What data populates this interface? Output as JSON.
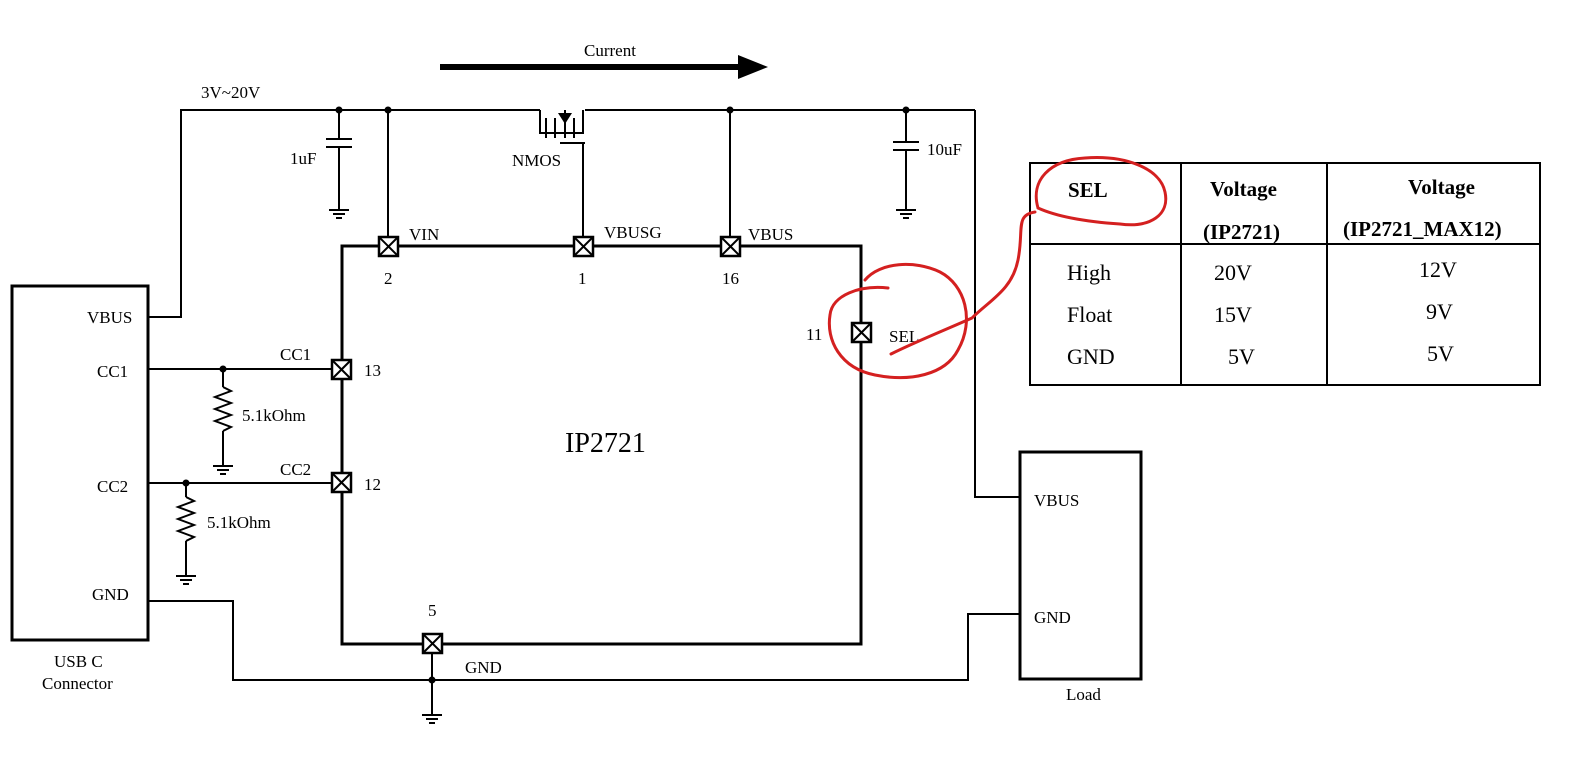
{
  "diagram": {
    "current_label": "Current",
    "input_range": "3V~20V",
    "cap_in": "1uF",
    "cap_out": "10uF",
    "mosfet": "NMOS",
    "chip_name": "IP2721",
    "pins": {
      "vin": {
        "name": "VIN",
        "num": "2"
      },
      "vbusg": {
        "name": "VBUSG",
        "num": "1"
      },
      "vbus": {
        "name": "VBUS",
        "num": "16"
      },
      "sel": {
        "name": "SEL",
        "num": "11"
      },
      "cc1": {
        "name": "CC1",
        "num": "13"
      },
      "cc2": {
        "name": "CC2",
        "num": "12"
      },
      "gnd": {
        "name": "GND",
        "num": "5"
      }
    },
    "resistor1": "5.1kOhm",
    "resistor2": "5.1kOhm",
    "connector": {
      "title_line1": "USB C",
      "title_line2": "Connector",
      "pins": [
        "VBUS",
        "CC1",
        "CC2",
        "GND"
      ]
    },
    "load": {
      "title": "Load",
      "pins": [
        "VBUS",
        "GND"
      ]
    },
    "annotation_color": "#d42020"
  },
  "sel_table": {
    "headers": [
      "SEL",
      "Voltage",
      "(IP2721)",
      "Voltage",
      "(IP2721_MAX12)"
    ],
    "rows": [
      [
        "High",
        "20V",
        "12V"
      ],
      [
        "Float",
        "15V",
        "9V"
      ],
      [
        "GND",
        "5V",
        "5V"
      ]
    ]
  }
}
